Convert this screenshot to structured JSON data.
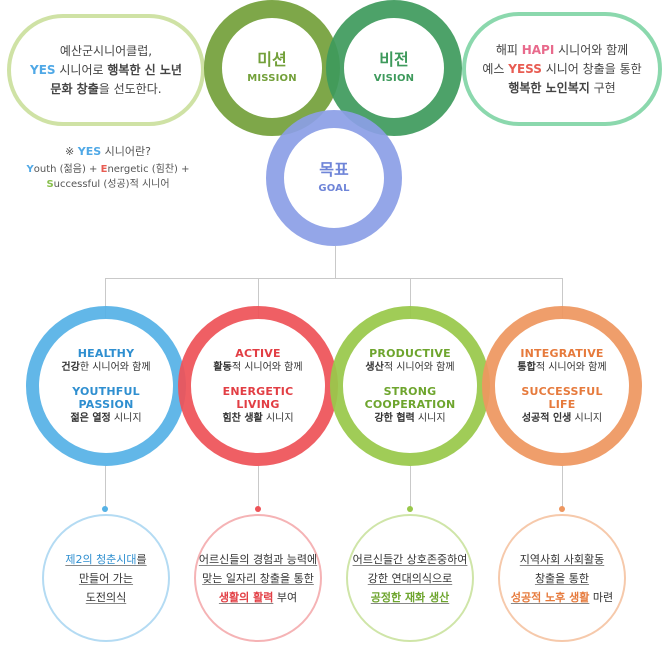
{
  "colors": {
    "mission": "#73a03a",
    "vision": "#3e9a5c",
    "goal": "#8b9ee6",
    "healthy": "#56b2e6",
    "active": "#ee5358",
    "productive": "#99c84a",
    "integrative": "#ee9760",
    "pill_left_border": "#cfe2a5",
    "pill_right_border": "#8bd8ad",
    "yes_y": "#4fa8e6",
    "yes_e": "#e85c52",
    "yes_s": "#89c04d",
    "hapi": "#e86a8c"
  },
  "left_pill": {
    "line1": "예산군시니어클럽,",
    "line2_yes": "YES",
    "line2_rest": " 시니어로 ",
    "line2_bold": "행복한 신 노년",
    "line3_bold": "문화 창출",
    "line3_rest": "을 선도한다."
  },
  "yes_note": {
    "title_prefix": "※ ",
    "title_yes": "YES",
    "title_rest": " 시니어란?",
    "line1_a": "Y",
    "line1_b": "outh (젊음) + ",
    "line1_c": "E",
    "line1_d": "nergetic (힘찬) +",
    "line2_a": "S",
    "line2_b": "uccessful (성공)적 시니어"
  },
  "mission": {
    "ko": "미션",
    "en": "MISSION"
  },
  "vision": {
    "ko": "비전",
    "en": "VISION"
  },
  "goal": {
    "ko": "목표",
    "en": "GOAL"
  },
  "right_pill": {
    "line1_a": "해피 ",
    "line1_hapi": "HAPI",
    "line1_b": " 시니어와 함께",
    "line2_a": "예스 ",
    "line2_yess": "YESS",
    "line2_b": " 시니어 창출을 통한",
    "line3_bold": "행복한 노인복지",
    "line3_rest": " 구현"
  },
  "circles": [
    {
      "title1": "HEALTHY",
      "desc1_bold": "건강",
      "desc1_rest": "한 시니어와 함께",
      "title2_l1": "YOUTHFUL",
      "title2_l2": "PASSION",
      "desc2_bold": "젊은 열정",
      "desc2_rest": " 시니지"
    },
    {
      "title1": "ACTIVE",
      "desc1_bold": "활동",
      "desc1_rest": "적 시니어와 함께",
      "title2_l1": "ENERGETIC",
      "title2_l2": "LIVING",
      "desc2_bold": "힘찬 생활",
      "desc2_rest": " 시니지"
    },
    {
      "title1": "PRODUCTIVE",
      "desc1_bold": "생산",
      "desc1_rest": "적 시니어와 함께",
      "title2_l1": "STRONG",
      "title2_l2": "COOPERATION",
      "desc2_bold": "강한 협력",
      "desc2_rest": " 시니지"
    },
    {
      "title1": "INTEGRATIVE",
      "desc1_bold": "통합",
      "desc1_rest": "적 시니어와 함께",
      "title2_l1": "SUCCESSFUL",
      "title2_l2": "LIFE",
      "desc2_bold": "성공적 인생",
      "desc2_rest": " 시니지"
    }
  ],
  "bottom": [
    {
      "l1_color": "제2의 청춘시대",
      "l1_rest": "를",
      "l2": "만들어 가는",
      "l3": "도전의식"
    },
    {
      "l1": "어르신들의 경험과 능력에",
      "l2": "맞는 일자리 창출을 통한",
      "l3_color": "생활의 활력",
      "l3_rest": " 부여"
    },
    {
      "l1": "어르신들간 상호존중하여",
      "l2": "강한 연대의식으로",
      "l3_color": "공정한 재화 생산"
    },
    {
      "l1": "지역사회 사회활동",
      "l2": "창출을 통한",
      "l3_color": "성공적 노후 생활",
      "l3_rest": " 마련"
    }
  ]
}
